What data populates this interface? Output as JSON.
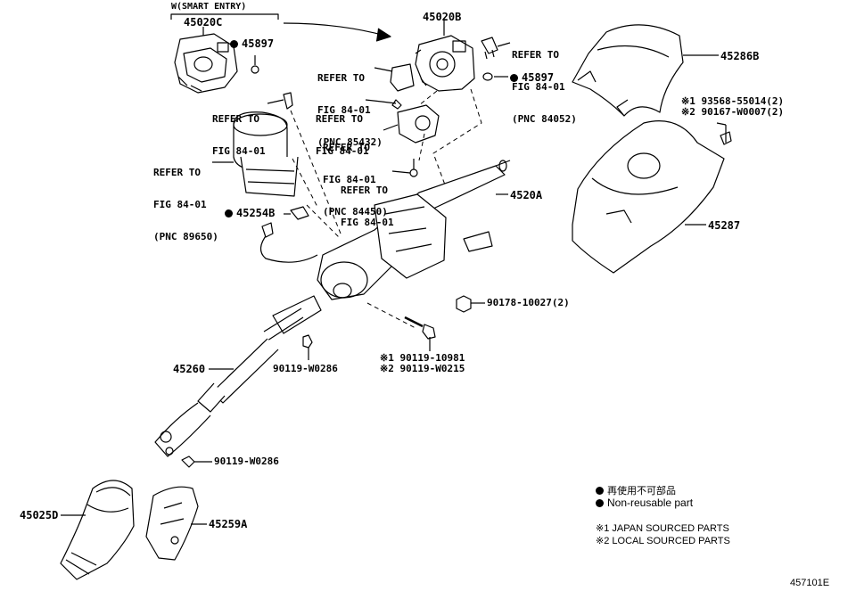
{
  "figure_code": "457101E",
  "smart_entry_label": "W(SMART ENTRY)",
  "parts": {
    "p45020C": "45020C",
    "p45897a": "45897",
    "p45020B": "45020B",
    "p45897b": "45897",
    "p45286B": "45286B",
    "p45287": "45287",
    "p4520A": "4520A",
    "p45254B": "45254B",
    "p45260": "45260",
    "p45025D": "45025D",
    "p45259A": "45259A",
    "p90178": "90178-10027(2)",
    "p90119_w0286a": "90119-W0286",
    "p90119_w0286b": "90119-W0286",
    "p90119_10981": "※1 90119-10981",
    "p90119_w0215": "※2 90119-W0215",
    "p93568": "※1 93568-55014(2)",
    "p290167": "※2 90167-W0007(2)"
  },
  "refers": {
    "r1": [
      "REFER TO",
      "FIG 84-01",
      "(PNC 84052)"
    ],
    "r2": [
      "REFER TO",
      "FIG 84-01",
      "(PNC 85432)"
    ],
    "r3": [
      "REFER TO",
      "FIG 84-01"
    ],
    "r4": [
      "REFER TO",
      "FIG 84-01"
    ],
    "r5": [
      "REFER TO",
      "FIG 84-01",
      "(PNC 84450)"
    ],
    "r6": [
      "REFER TO",
      "FIG 84-01",
      "(PNC 89650)"
    ],
    "r7": [
      "REFER TO",
      "FIG 84-01"
    ]
  },
  "legend": {
    "non_reusable_jp": "再使用不可部品",
    "non_reusable_en": "Non-reusable part",
    "note1": "※1 JAPAN SOURCED PARTS",
    "note2": "※2 LOCAL SOURCED PARTS"
  }
}
